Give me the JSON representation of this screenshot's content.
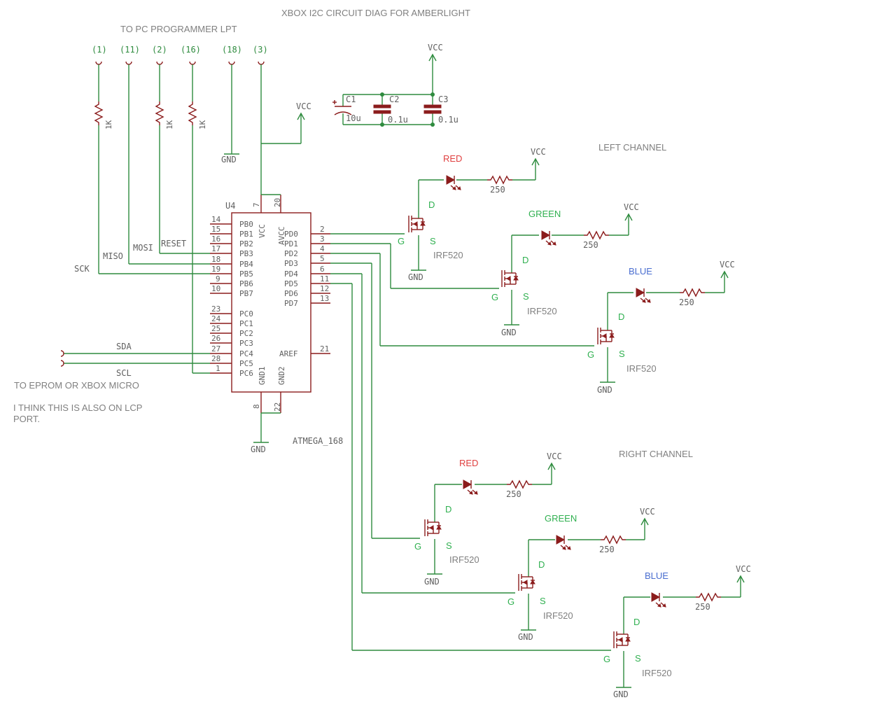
{
  "title": "XBOX I2C CIRCUIT DIAG FOR AMBERLIGHT",
  "lpt": {
    "label": "TO PC PROGRAMMER LPT",
    "pins": [
      "(1)",
      "(11)",
      "(2)",
      "(16)",
      "(18)",
      "(3)"
    ]
  },
  "resistors_1k": [
    "1K",
    "1K",
    "1K"
  ],
  "signals": {
    "sck": "SCK",
    "miso": "MISO",
    "mosi": "MOSI",
    "reset": "RESET",
    "sda": "SDA",
    "scl": "SCL"
  },
  "net": {
    "vcc": "VCC",
    "gnd": "GND"
  },
  "caps": [
    {
      "name": "C1",
      "value": "10u"
    },
    {
      "name": "C2",
      "value": "0.1u"
    },
    {
      "name": "C3",
      "value": "0.1u"
    }
  ],
  "mcu": {
    "ref": "U4",
    "part": "ATMEGA_168",
    "top_pins": [
      "7",
      "20"
    ],
    "bottom_pins": [
      "8",
      "22"
    ],
    "vcc_label": "VCC",
    "avcc_label": "AVCC",
    "gnd1_label": "GND1",
    "gnd2_label": "GND2",
    "left_pins": [
      {
        "num": "14",
        "name": "PB0"
      },
      {
        "num": "15",
        "name": "PB1"
      },
      {
        "num": "16",
        "name": "PB2"
      },
      {
        "num": "17",
        "name": "PB3"
      },
      {
        "num": "18",
        "name": "PB4"
      },
      {
        "num": "19",
        "name": "PB5"
      },
      {
        "num": "9",
        "name": "PB6"
      },
      {
        "num": "10",
        "name": "PB7"
      },
      {
        "num": "23",
        "name": "PC0"
      },
      {
        "num": "24",
        "name": "PC1"
      },
      {
        "num": "25",
        "name": "PC2"
      },
      {
        "num": "26",
        "name": "PC3"
      },
      {
        "num": "27",
        "name": "PC4"
      },
      {
        "num": "28",
        "name": "PC5"
      },
      {
        "num": "1",
        "name": "PC6"
      }
    ],
    "right_pins": [
      {
        "num": "2",
        "name": "PD0"
      },
      {
        "num": "3",
        "name": "PD1"
      },
      {
        "num": "4",
        "name": "PD2"
      },
      {
        "num": "5",
        "name": "PD3"
      },
      {
        "num": "6",
        "name": "PD4"
      },
      {
        "num": "11",
        "name": "PD5"
      },
      {
        "num": "12",
        "name": "PD6"
      },
      {
        "num": "13",
        "name": "PD7"
      },
      {
        "num": "21",
        "name": "AREF"
      }
    ]
  },
  "notes": {
    "eprom": "TO EPROM OR XBOX MICRO",
    "lcp_line1": "I THINK THIS IS ALSO ON LCP",
    "lcp_line2": "PORT."
  },
  "channels": {
    "left": "LEFT CHANNEL",
    "right": "RIGHT CHANNEL"
  },
  "led_colors": {
    "red": "RED",
    "green": "GREEN",
    "blue": "BLUE"
  },
  "led_resistor": "250",
  "mosfet": {
    "part": "IRF520",
    "d": "D",
    "g": "G",
    "s": "S"
  },
  "colors": {
    "wire": "#2e8b3e",
    "component": "#8b1c1c",
    "text": "#808080",
    "red": "#e04040",
    "green": "#30b050",
    "blue": "#4a6ed0"
  }
}
